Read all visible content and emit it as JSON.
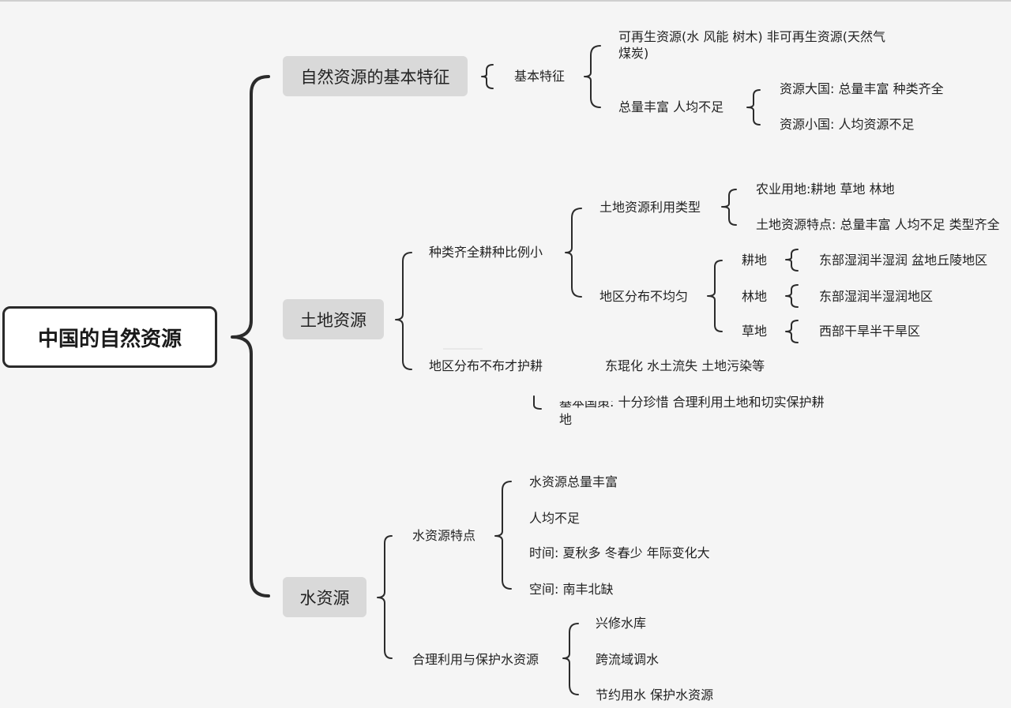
{
  "root": "中国的自然资源",
  "branches": {
    "b1": {
      "label": "自然资源的基本特征",
      "sub": "基本特征",
      "renewable": "可再生资源(水 风能 树木) 非可再生资源(天然气",
      "renewable_wrap": "煤炭)",
      "abundant": "总量丰富 人均不足",
      "big": "资源大国: 总量丰富 种类齐全",
      "small": "资源小国: 人均资源不足"
    },
    "b2": {
      "label": "土地资源",
      "types": "种类齐全耕种比例小",
      "use_types": "土地资源利用类型",
      "agri": "农业用地:耕地 草地 林地",
      "features": "土地资源特点: 总量丰富 人均不足 类型齐全",
      "uneven": "地区分布不均匀",
      "farmland": "耕地",
      "farmland_desc": "东部湿润半湿润 盆地丘陵地区",
      "forest": "林地",
      "forest_desc": "东部湿润半湿润地区",
      "grass": "草地",
      "grass_desc": "西部干旱半干旱区",
      "protect": "地区分布不布才护耕",
      "problems": "东琨化 水土流失 土地污染等",
      "policy": "基本国策: 十分珍惜 合理利用土地和切实保护耕",
      "policy_wrap": "地"
    },
    "b3": {
      "label": "水资源",
      "features": "水资源特点",
      "total": "水资源总量丰富",
      "per_capita": "人均不足",
      "time": "时间: 夏秋多 冬春少 年际变化大",
      "space": "空间: 南丰北缺",
      "use": "合理利用与保护水资源",
      "reservoir": "兴修水库",
      "transfer": "跨流域调水",
      "save": "节约用水 保护水资源"
    }
  }
}
